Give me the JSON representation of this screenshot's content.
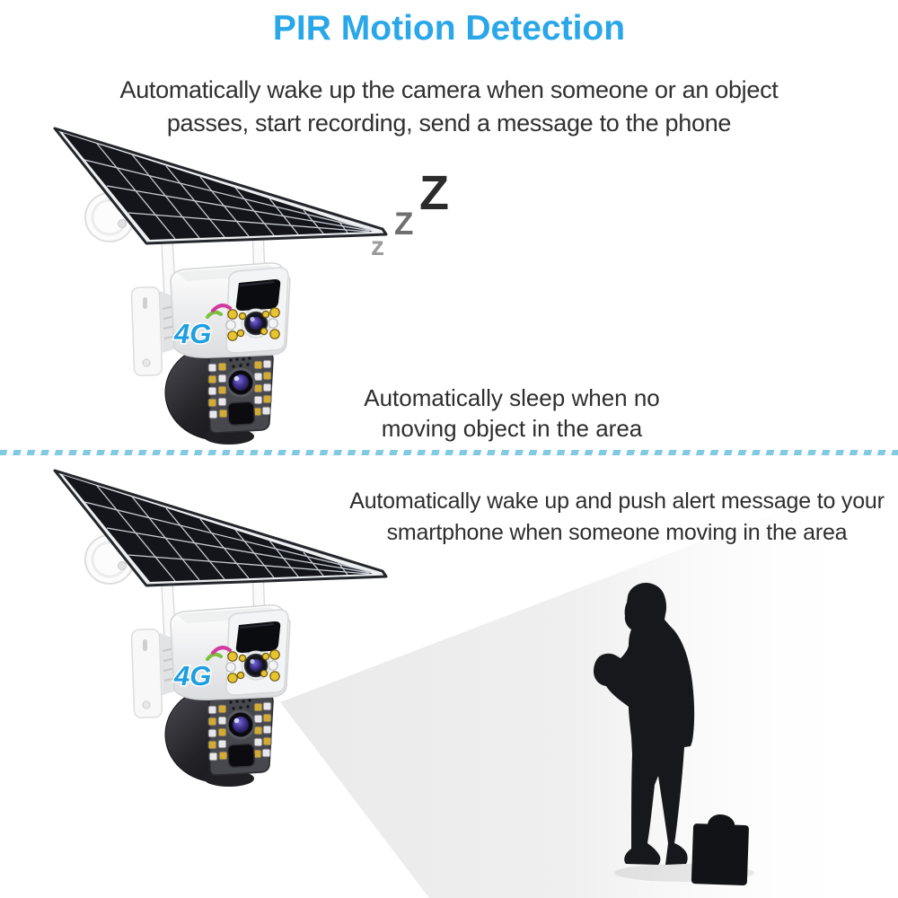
{
  "header": {
    "title": "PIR Motion Detection",
    "title_color": "#2aa7e8",
    "subtitle_line1": "Automatically wake up the camera when someone or an object",
    "subtitle_line2": "passes, start recording, send a message to the phone"
  },
  "scene_sleep": {
    "note_line1": "Automatically sleep when no",
    "note_line2": "moving object in the area",
    "sleep_symbols": {
      "large": "Z",
      "medium": "Z",
      "small": "z"
    }
  },
  "scene_alert": {
    "note_line1": "Automatically wake up and push alert message to your",
    "note_line2": "smartphone when someone moving in the area"
  },
  "camera": {
    "logo": "4G",
    "logo_color": "#1f9fe0",
    "signal_arc_green": "#7cc03c",
    "signal_arc_magenta": "#d23b9e",
    "led_yellow": "#e7c430",
    "led_white": "#f4f4f4"
  },
  "divider": {
    "color": "#74c4de",
    "style": "dashed"
  },
  "beam": {
    "color": "#ededed"
  },
  "silhouette": {
    "color": "#17181b"
  }
}
